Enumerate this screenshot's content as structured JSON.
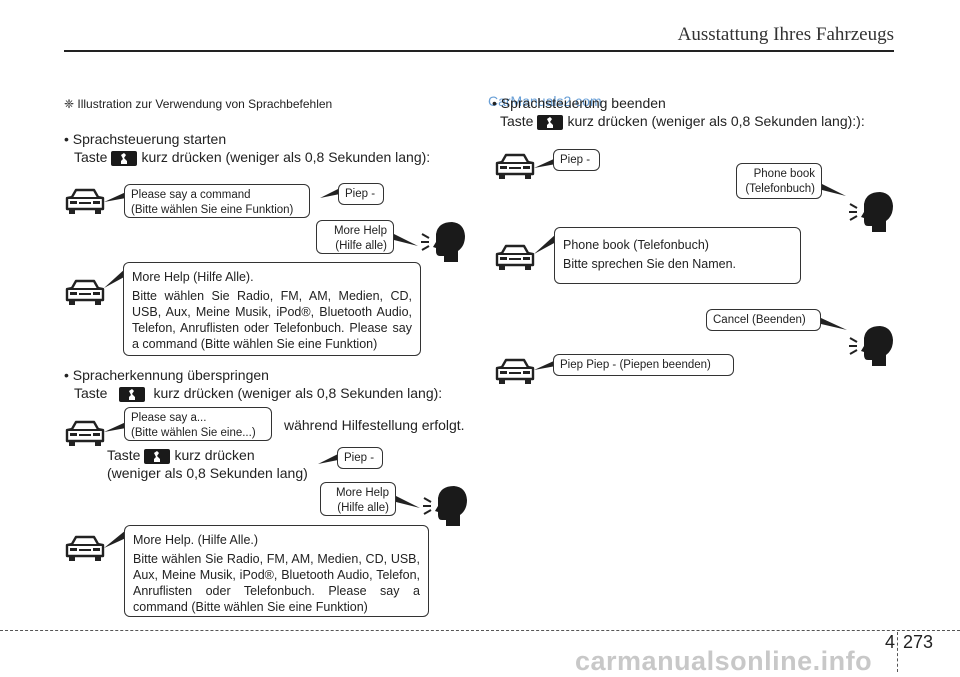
{
  "header": {
    "title": "Ausstattung Ihres Fahrzeugs"
  },
  "note": "❈ Illustration zur Verwendung von Sprachbefehlen",
  "left": {
    "start_heading": "• Sprachsteuerung starten",
    "start_text_pre": "Taste",
    "start_text_post": "kurz drücken (weniger als 0,8 Sekunden lang):",
    "b1_l1": "Please say a command",
    "b1_l2": "(Bitte wählen Sie eine Funktion)",
    "piep": "Piep -",
    "morehelp_l1": "More Help",
    "morehelp_l2": "(Hilfe alle)",
    "help1": "More Help (Hilfe Alle).",
    "help_body": "Bitte wählen Sie Radio, FM, AM, Medien, CD, USB, Aux, Meine Musik, iPod®, Bluetooth Audio, Telefon, Anruflisten oder Telefonbuch. Please say a command (Bitte wählen Sie eine Funktion)",
    "skip_heading": "• Spracherkennung überspringen",
    "skip_text_pre": "Taste",
    "skip_text_post": "kurz drücken (weniger als 0,8 Sekunden lang):",
    "b2_l1": "Please say a...",
    "b2_l2": "(Bitte wählen Sie eine...)",
    "while_help": "während Hilfestellung erfolgt.",
    "press_l1_pre": "Taste",
    "press_l1_post": "kurz drücken",
    "press_l2": "(weniger als 0,8 Sekunden lang)",
    "help2": "More Help. (Hilfe Alle.)"
  },
  "right": {
    "end_heading": "• Sprachsteuerung beenden",
    "end_text_pre": "Taste",
    "end_text_post": "kurz drücken (weniger als 0,8 Sekunden lang):):",
    "piep": "Piep -",
    "phone_l1": "Phone   book",
    "phone_l2": "(Telefonbuch)",
    "pb_l1": "Phone book (Telefonbuch)",
    "pb_l2": "Bitte sprechen Sie den Namen.",
    "cancel": "Cancel (Beenden)",
    "pieppiep": "Piep Piep - (Piepen beenden)"
  },
  "watermark_top": "CarManuals2.com",
  "watermark_bottom": "carmanualsonline.info",
  "page": {
    "chapter": "4",
    "number": "273"
  }
}
